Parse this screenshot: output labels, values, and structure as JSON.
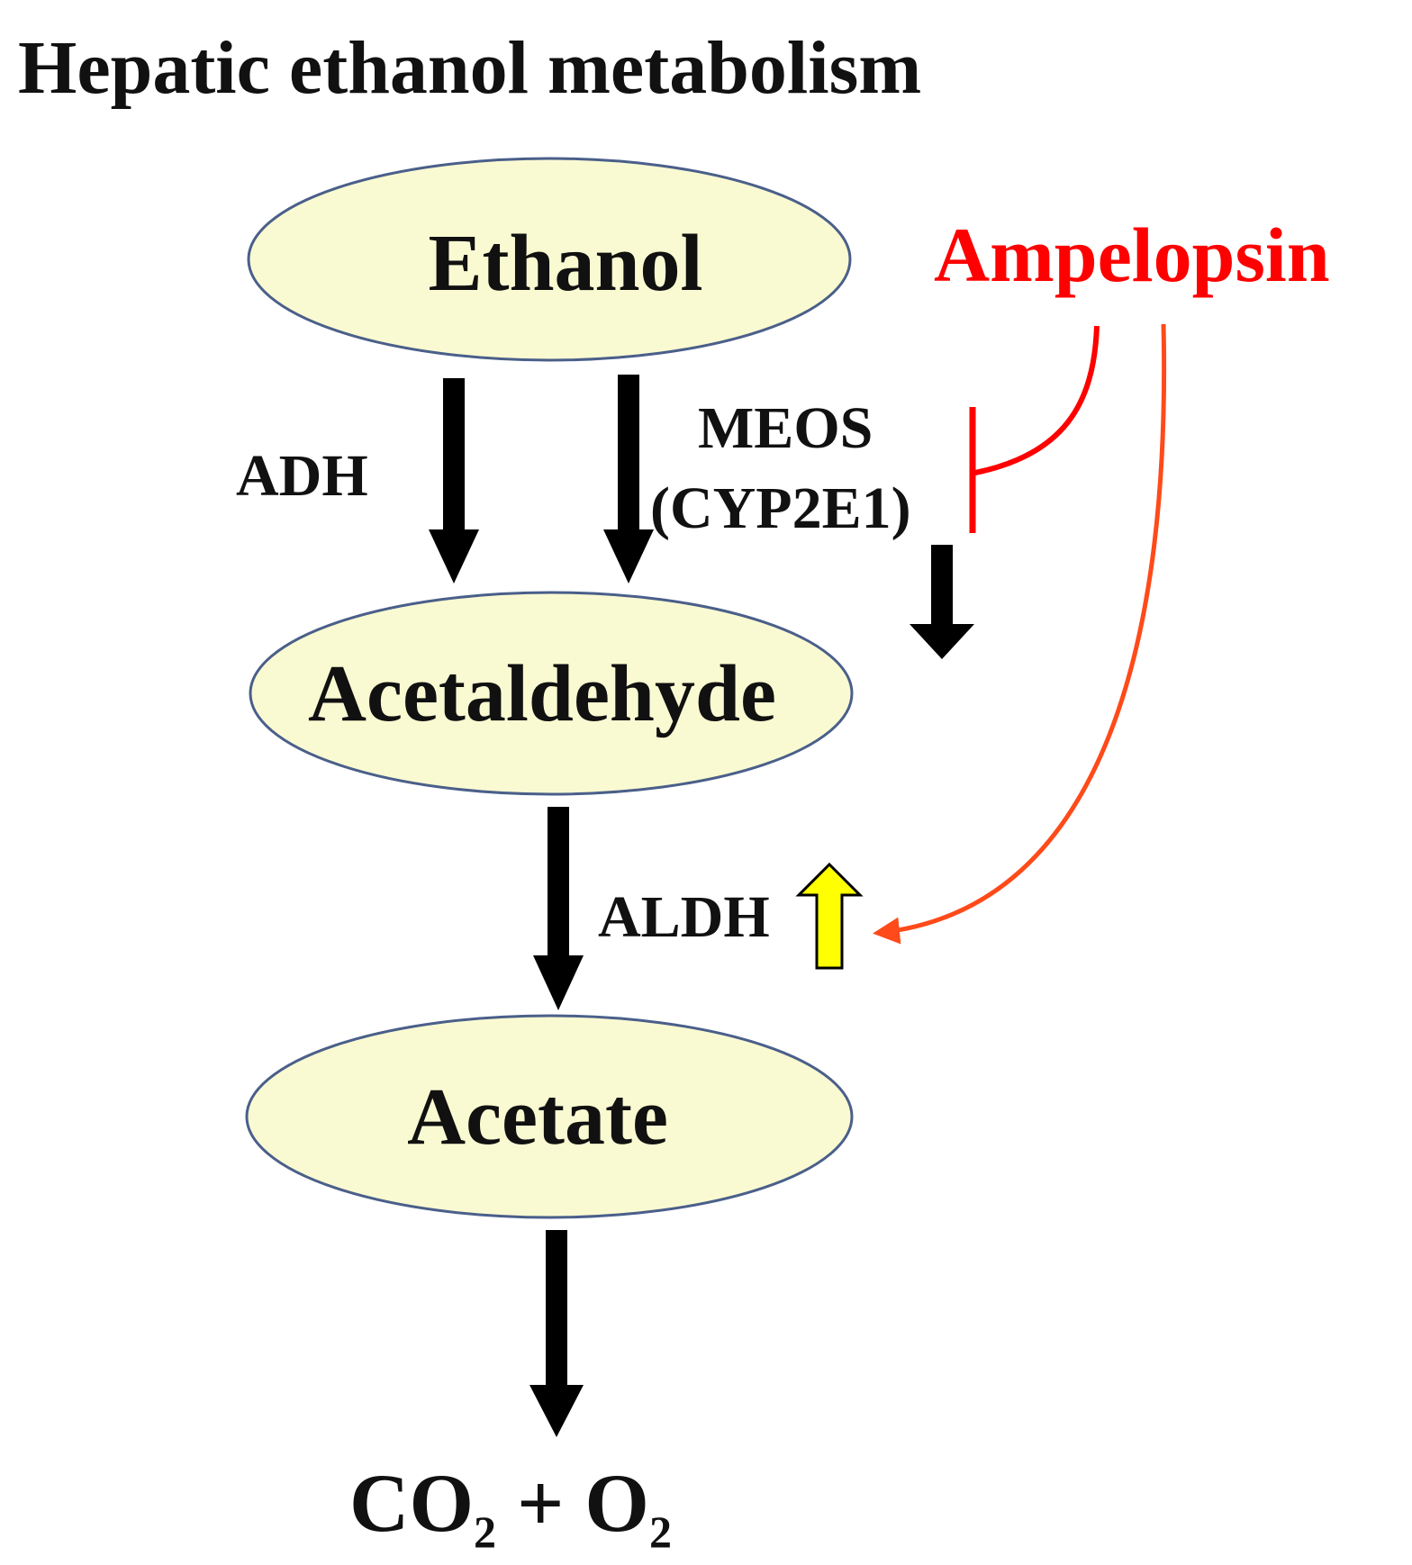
{
  "title": "Hepatic ethanol metabolism",
  "nodes": {
    "ethanol": "Ethanol",
    "acetaldehyde": "Acetaldehyde",
    "acetate": "Acetate"
  },
  "enzymes": {
    "adh": "ADH",
    "meos": "MEOS",
    "cyp2e1": "(CYP2E1)",
    "aldh": "ALDH"
  },
  "regulator": "Ampelopsin",
  "product": {
    "co": "CO",
    "co_sub": "2",
    "plus": " + O",
    "o_sub": "2"
  },
  "colors": {
    "node_fill": "#fafad2",
    "node_stroke": "#4a5f8a",
    "arrow": "#000000",
    "regulator": "#ff0000",
    "activation_arrow": "#ff4a1a",
    "up_arrow_fill": "#ffff00"
  },
  "icons": {
    "inhibition": "t-bar-inhibition-icon",
    "upregulation": "yellow-up-arrow-icon",
    "downregulation": "black-down-arrow-icon"
  }
}
